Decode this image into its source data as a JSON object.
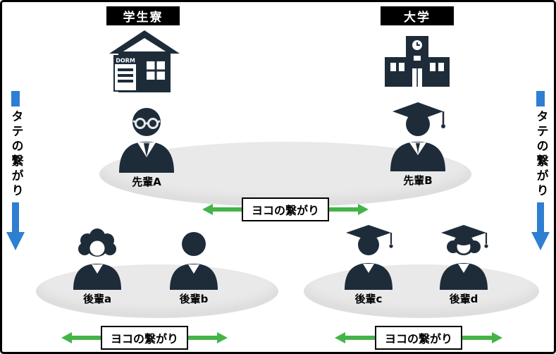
{
  "diagram": {
    "dorm": {
      "label": "学生寮",
      "sign_text": "DORM"
    },
    "university": {
      "label": "大学"
    },
    "vertical": {
      "label": "タテの繋がり"
    },
    "horizontal": {
      "label": "ヨコの繋がり"
    },
    "people": {
      "senior_a": "先輩A",
      "senior_b": "先輩B",
      "junior_a": "後輩a",
      "junior_b": "後輩b",
      "junior_c": "後輩c",
      "junior_d": "後輩d"
    },
    "colors": {
      "icon": "#1e2c3a",
      "blue_arrow": "#2e7fd1",
      "green_arrow": "#44b449",
      "ellipse_fill": "#e9e9e9"
    }
  }
}
